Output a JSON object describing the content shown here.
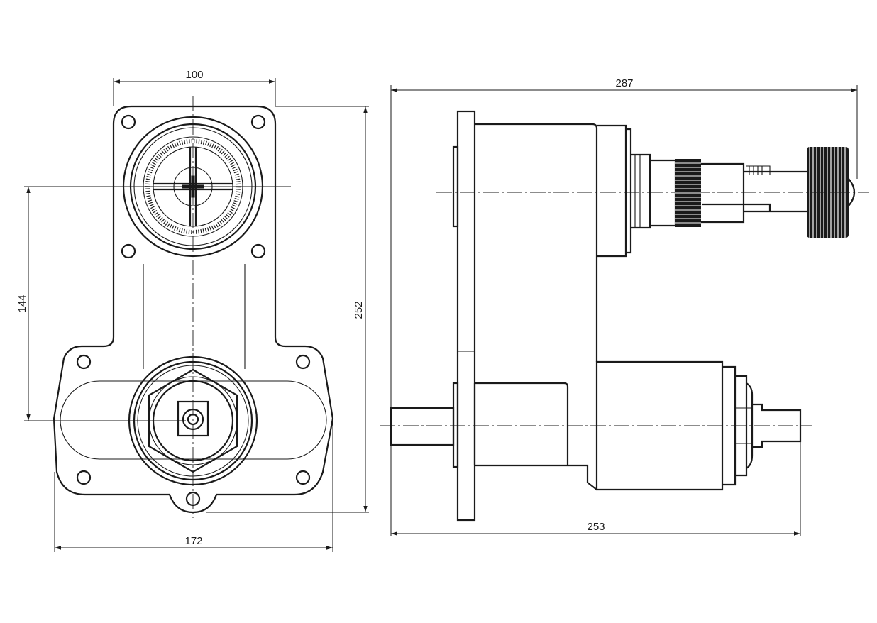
{
  "dimensions": {
    "front_top_width": "100",
    "front_bottom_width": "172",
    "front_center_distance": "144",
    "front_total_height": "252",
    "side_total_length": "287",
    "side_body_length": "253"
  },
  "colors": {
    "line": "#1a1a1a",
    "background": "#ffffff"
  }
}
